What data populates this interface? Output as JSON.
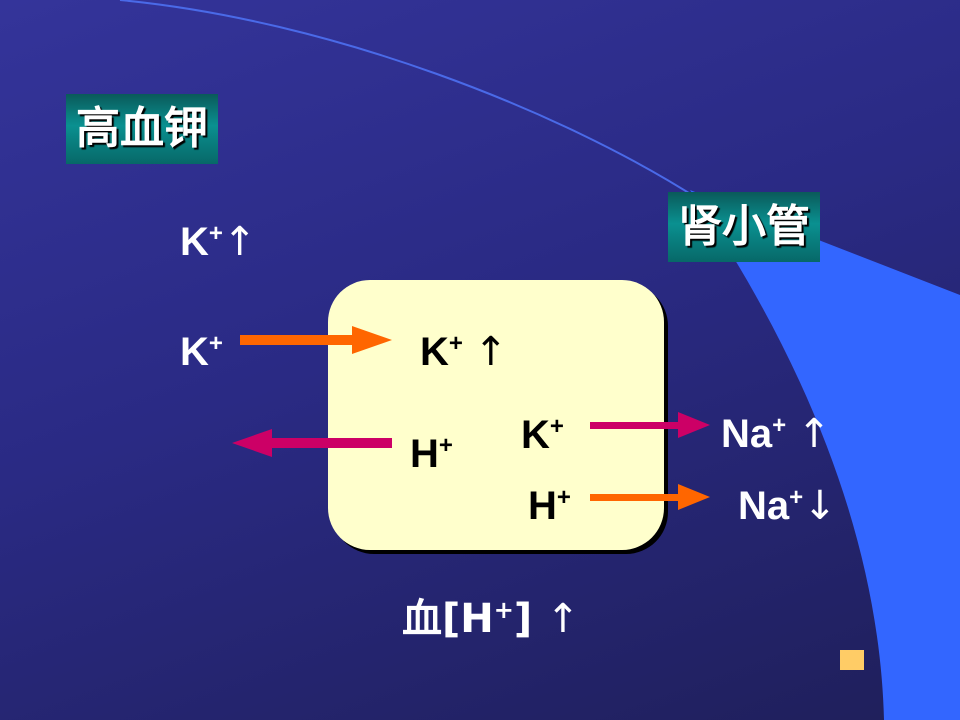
{
  "title": "高血钾",
  "tubule_label": "肾小管",
  "blood_k": {
    "ion": "K",
    "charge": "+",
    "arrow": "↑"
  },
  "outer_k": {
    "ion": "K",
    "charge": "+"
  },
  "cell": {
    "k_inside": {
      "ion": "K",
      "charge": "+",
      "arrow": "↑"
    },
    "h_out": {
      "ion": "H",
      "charge": "+"
    },
    "k_secrete": {
      "ion": "K",
      "charge": "+"
    },
    "h_secrete": {
      "ion": "H",
      "charge": "+"
    }
  },
  "na_up": {
    "ion": "Na",
    "charge": "+",
    "arrow": "↑"
  },
  "na_down": {
    "ion": "Na",
    "charge": "+",
    "arrow": "↓"
  },
  "blood_h": {
    "prefix": "血[H",
    "charge": "+",
    "suffix": "]",
    "arrow": "↑"
  },
  "colors": {
    "pink_arrow": "#cc0066",
    "orange_arrow": "#ff6600",
    "cell_fill": "#ffffcc",
    "swoosh": "#3366ff"
  }
}
